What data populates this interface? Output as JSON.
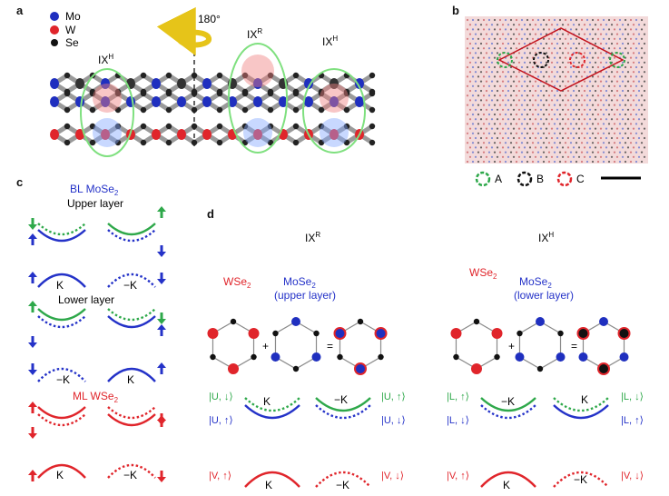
{
  "panel_labels": {
    "a": "a",
    "b": "b",
    "c": "c",
    "d": "d"
  },
  "colors": {
    "mo": "#1f2fbf",
    "w": "#e0252b",
    "se": "#111111",
    "spin_up": "#2ea84a",
    "spin_down": "#2432c8",
    "wse2": "#e0252b",
    "site_a": "#2ea84a",
    "site_b": "#111111",
    "site_c": "#e0252b",
    "bond": "#8a8a8a",
    "arrow_yellow": "#e6c419"
  },
  "panel_a": {
    "legend": [
      {
        "label": "Mo",
        "color": "#1f2fbf"
      },
      {
        "label": "W",
        "color": "#e0252b"
      },
      {
        "label": "Se",
        "color": "#111111"
      }
    ],
    "rotation": "180°",
    "exciton_labels": [
      {
        "base": "IX",
        "sup": "H"
      },
      {
        "base": "IX",
        "sup": "R"
      },
      {
        "base": "IX",
        "sup": "H"
      }
    ]
  },
  "panel_b": {
    "sites": [
      {
        "label": "A",
        "color": "#2ea84a"
      },
      {
        "label": "B",
        "color": "#111111"
      },
      {
        "label": "C",
        "color": "#e0252b"
      }
    ]
  },
  "panel_c": {
    "title": "BL MoSe",
    "title_sub": "2",
    "upper_layer": "Upper layer",
    "lower_layer": "Lower layer",
    "ml_title": "ML WSe",
    "ml_sub": "2",
    "valleys": {
      "k": "K",
      "mk": "−K"
    }
  },
  "panel_d": {
    "ix_r": {
      "title": {
        "base": "IX",
        "sup": "R"
      },
      "wse2": {
        "text": "WSe",
        "sub": "2"
      },
      "mose2": {
        "text": "MoSe",
        "sub": "2"
      },
      "mose2_layer": "(upper layer)",
      "plus": "+",
      "equals": "=",
      "states_left": [
        "|U, ↓⟩",
        "|U, ↑⟩",
        "|V, ↑⟩"
      ],
      "states_right": [
        "|U, ↑⟩",
        "|U, ↓⟩",
        "|V, ↓⟩"
      ],
      "valley_top_left": "K",
      "valley_top_right": "−K",
      "valley_bottom_left": "K",
      "valley_bottom_right": "−K"
    },
    "ix_h": {
      "title": {
        "base": "IX",
        "sup": "H"
      },
      "wse2": {
        "text": "WSe",
        "sub": "2"
      },
      "mose2": {
        "text": "MoSe",
        "sub": "2"
      },
      "mose2_layer": "(lower layer)",
      "plus": "+",
      "equals": "=",
      "states_left": [
        "|L, ↑⟩",
        "|L, ↓⟩",
        "|V, ↑⟩"
      ],
      "states_right": [
        "|L, ↓⟩",
        "|L, ↑⟩",
        "|V, ↓⟩"
      ],
      "valley_top_left": "−K",
      "valley_top_right": "K",
      "valley_bottom_left": "K",
      "valley_bottom_right": "−K"
    }
  }
}
